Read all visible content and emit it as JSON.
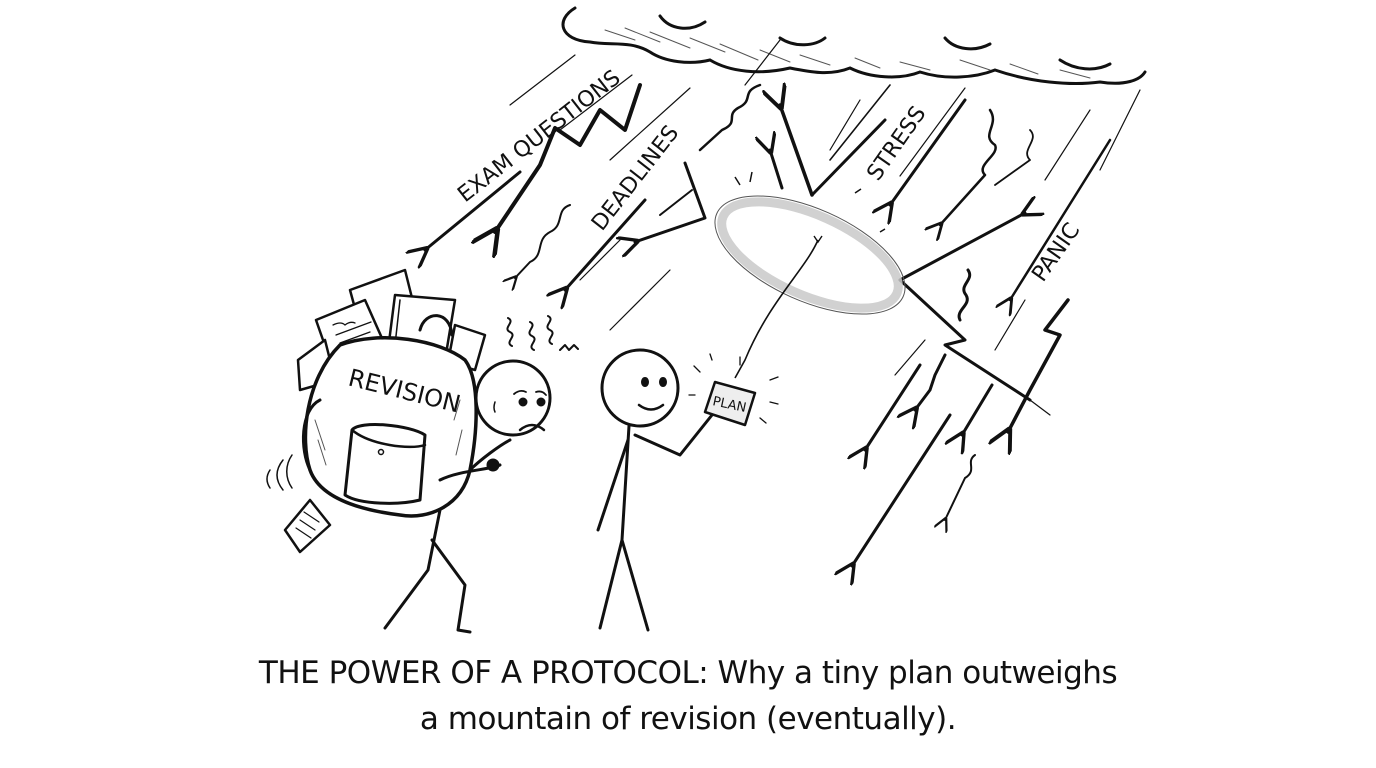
{
  "illustration": {
    "style": "black-and-white hand-drawn stick-figure cartoon",
    "colors": {
      "ink": "#111111",
      "background": "#ffffff",
      "shield": "#bdbdbd"
    },
    "storm_labels": [
      "EXAM QUESTIONS",
      "DEADLINES",
      "STRESS",
      "PANIC"
    ],
    "backpack_label": "REVISION",
    "plan_card_label": "PLAN",
    "figures": [
      {
        "name": "stressed-student",
        "expression": "worried",
        "carrying": "overstuffed backpack"
      },
      {
        "name": "calm-student",
        "expression": "smiling",
        "holding": "plan card deflecting arrows"
      }
    ]
  },
  "caption": {
    "line1": "THE POWER OF A PROTOCOL: Why a tiny plan outweighs",
    "line2": "a mountain of revision (eventually)."
  }
}
